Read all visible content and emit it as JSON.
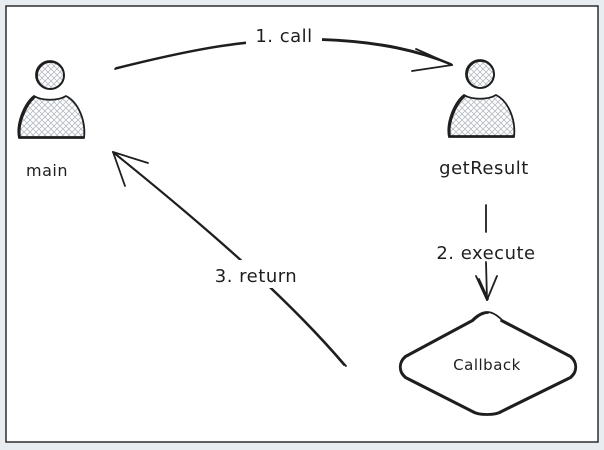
{
  "actors": {
    "main": {
      "label": "main"
    },
    "getresult": {
      "label": "getResult"
    }
  },
  "callback": {
    "label": "Callback"
  },
  "arrows": {
    "call": {
      "label": "1. call"
    },
    "execute": {
      "label": "2. execute"
    },
    "return": {
      "label": "3. return"
    }
  },
  "colors": {
    "background": "#ffffff",
    "border": "#1e1e1e",
    "frame": "#e8edf2",
    "hatch": "#b9bec4"
  }
}
